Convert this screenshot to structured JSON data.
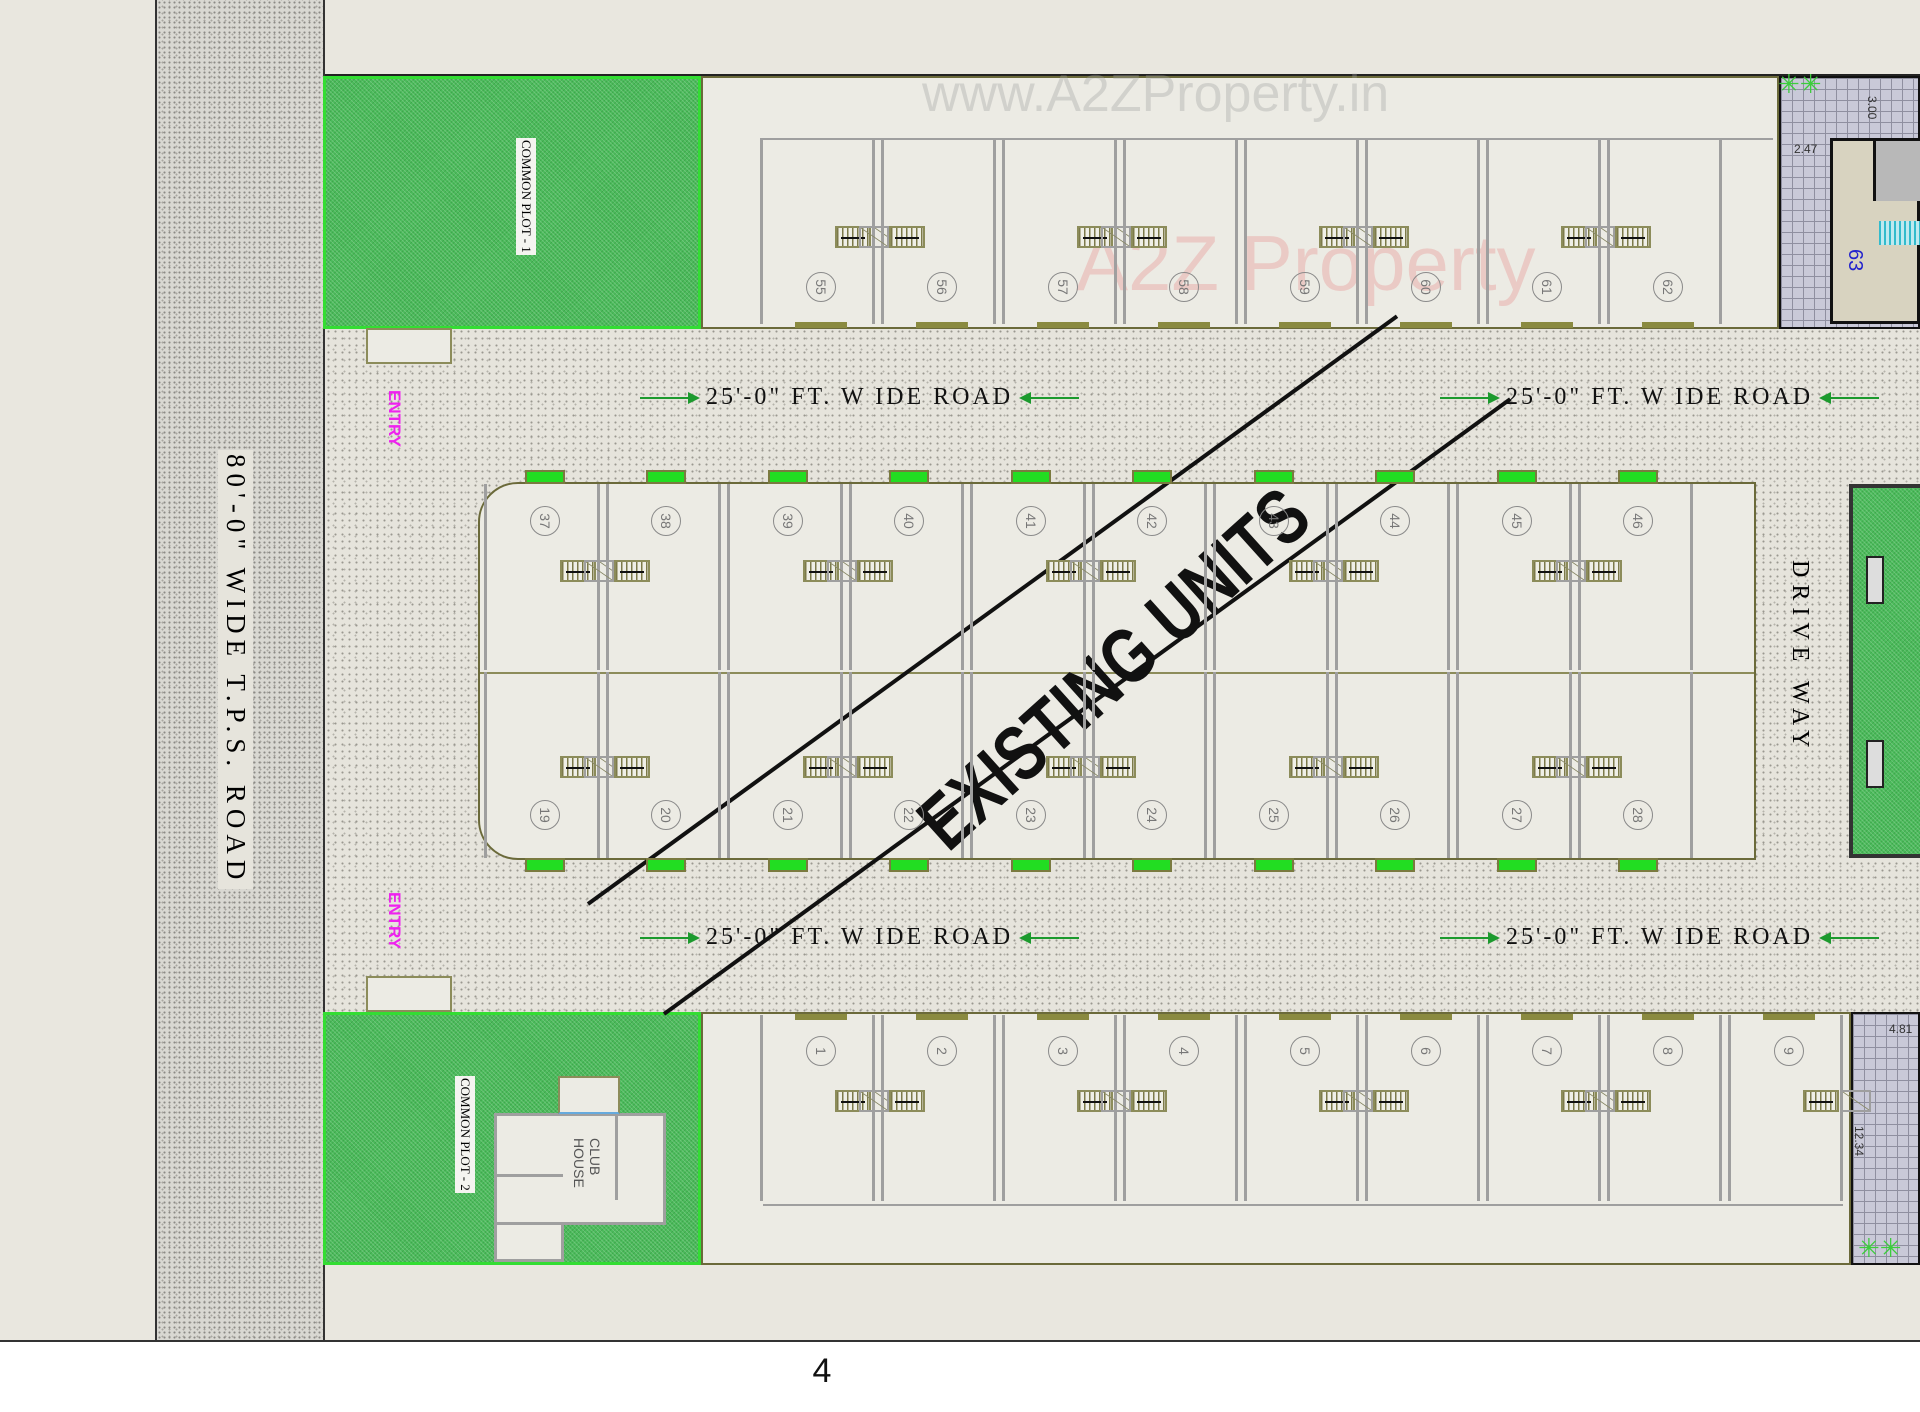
{
  "plan": {
    "main_road_label": "80'-0\" WIDE T.P.S. ROAD",
    "drive_way_label": "DRIVE WAY",
    "entry_labels": [
      "ENTRY",
      "ENTRY"
    ],
    "internal_roads": [
      {
        "label": "25'-0\"  FT.  W IDE ROAD",
        "position": "upper-left"
      },
      {
        "label": "25'-0\"  FT.  W IDE ROAD",
        "position": "upper-right"
      },
      {
        "label": "25'-0\"  FT.  W IDE ROAD",
        "position": "lower-left"
      },
      {
        "label": "25'-0\"  FT.  W IDE ROAD",
        "position": "lower-right"
      }
    ],
    "common_plots": [
      {
        "label": "COMMON PLOT - 1"
      },
      {
        "label": "COMMON PLOT - 2",
        "building": "CLUB HOUSE"
      }
    ],
    "overlay_text": "EXISTING UNITS",
    "watermark_url": "www.A2ZProperty.in",
    "watermark_logo": "A2Z Property",
    "corner_unit": {
      "number": "63",
      "dims": [
        "3.00",
        "2.47"
      ]
    },
    "corner_dims_bottom": [
      "4.81",
      "12.34"
    ],
    "unit_rows": {
      "top_row": [
        "55",
        "56",
        "57",
        "58",
        "59",
        "60",
        "61",
        "62"
      ],
      "middle_upper_row": [
        "37",
        "38",
        "39",
        "40",
        "41",
        "42",
        "43",
        "44",
        "45",
        "46"
      ],
      "middle_lower_row": [
        "19",
        "20",
        "21",
        "22",
        "23",
        "24",
        "25",
        "26",
        "27",
        "28"
      ],
      "bottom_row": [
        "1",
        "2",
        "3",
        "4",
        "5",
        "6",
        "7",
        "8",
        "9"
      ]
    },
    "colors": {
      "green_plot": "#4cbb5c",
      "plot_border": "#33dd33",
      "entry_text": "#ee22ee",
      "road_arrow": "#1c9a2e",
      "parking": "#22dd22",
      "unit63_number": "#2222cc"
    }
  },
  "footer": {
    "page_number": "4"
  }
}
